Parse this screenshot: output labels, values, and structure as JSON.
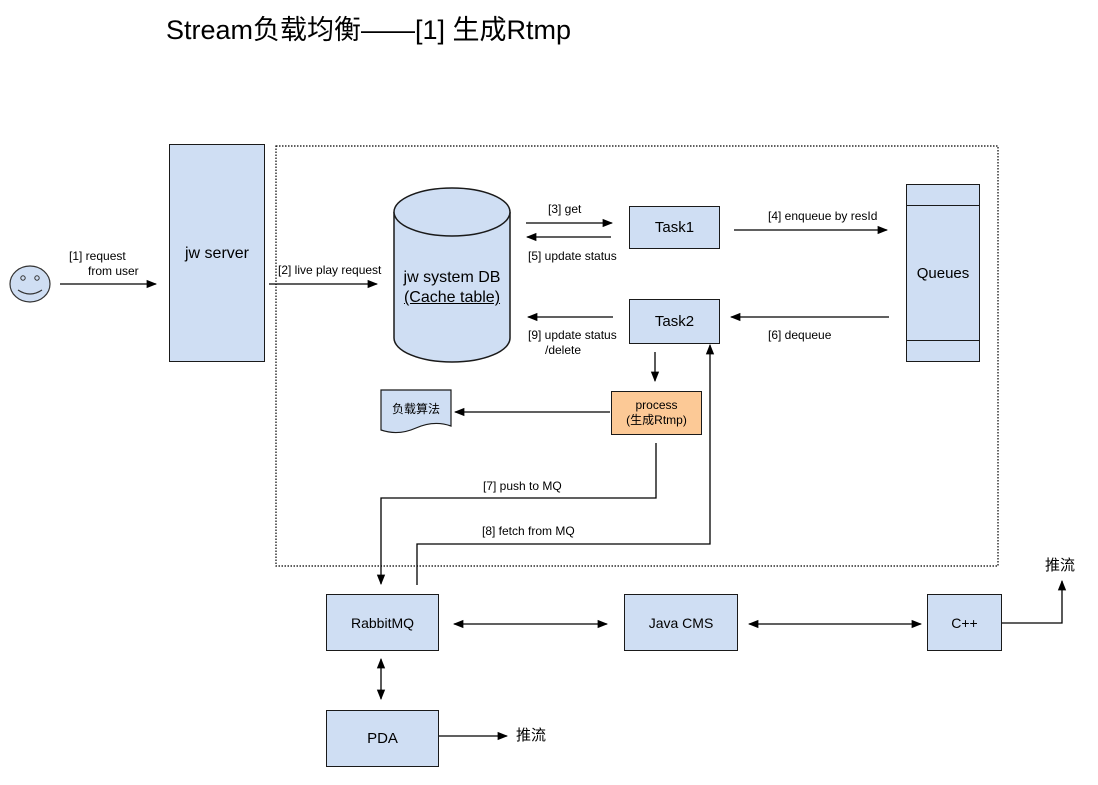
{
  "title": "Stream负载均衡——[1] 生成Rtmp",
  "colors": {
    "node_fill": "#cfdef3",
    "process_fill": "#fcc996",
    "stroke": "#1a1a1a"
  },
  "nodes": {
    "user": {
      "icon": "smiley-user-icon"
    },
    "jw_server": {
      "label": "jw server"
    },
    "db": {
      "line1": "jw system DB",
      "line2": "(Cache table)"
    },
    "task1": {
      "label": "Task1"
    },
    "task2": {
      "label": "Task2"
    },
    "queues": {
      "label": "Queues"
    },
    "process": {
      "line1": "process",
      "line2": "(生成Rtmp)"
    },
    "algorithm": {
      "label": "负载算法"
    },
    "rabbitmq": {
      "label": "RabbitMQ"
    },
    "java_cms": {
      "label": "Java CMS"
    },
    "cpp": {
      "label": "C++"
    },
    "pda": {
      "label": "PDA"
    },
    "push_stream_pda": {
      "label": "推流"
    },
    "push_stream_cpp": {
      "label": "推流"
    }
  },
  "edges": {
    "e1": {
      "line1": "[1] request",
      "line2": "from user"
    },
    "e2": {
      "label": "[2] live play request"
    },
    "e3": {
      "label": "[3] get"
    },
    "e4": {
      "label": "[4] enqueue by resId"
    },
    "e5": {
      "label": "[5] update status"
    },
    "e6": {
      "label": "[6] dequeue"
    },
    "e7": {
      "label": "[7] push to MQ"
    },
    "e8": {
      "label": "[8] fetch from MQ"
    },
    "e9": {
      "line1": "[9] update status",
      "line2": "/delete"
    }
  }
}
